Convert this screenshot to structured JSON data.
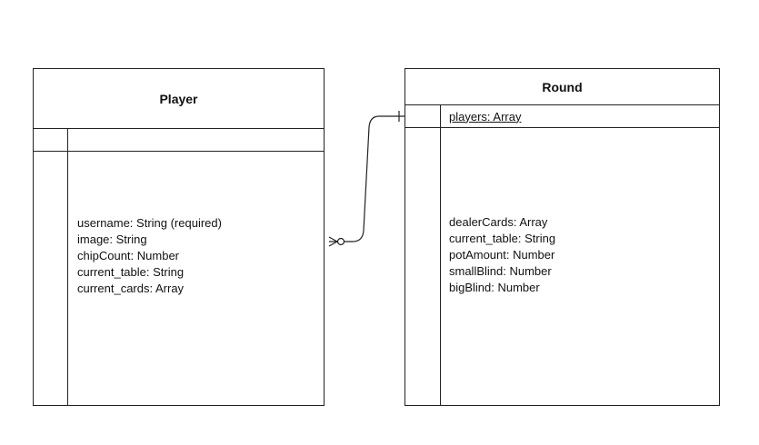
{
  "entities": {
    "player": {
      "title": "Player",
      "key_attr": "",
      "attributes": [
        "username: String (required)",
        "image: String",
        "chipCount: Number",
        "current_table: String",
        "current_cards: Array"
      ]
    },
    "round": {
      "title": "Round",
      "key_attr": "players: Array",
      "attributes": [
        "dealerCards: Array",
        "current_table: String",
        "potAmount: Number",
        "smallBlind: Number",
        "bigBlind: Number"
      ]
    }
  },
  "relationship": {
    "from": "Round",
    "to": "Player",
    "from_end": "one",
    "to_end": "zero-or-many",
    "line_color": "#222222"
  }
}
